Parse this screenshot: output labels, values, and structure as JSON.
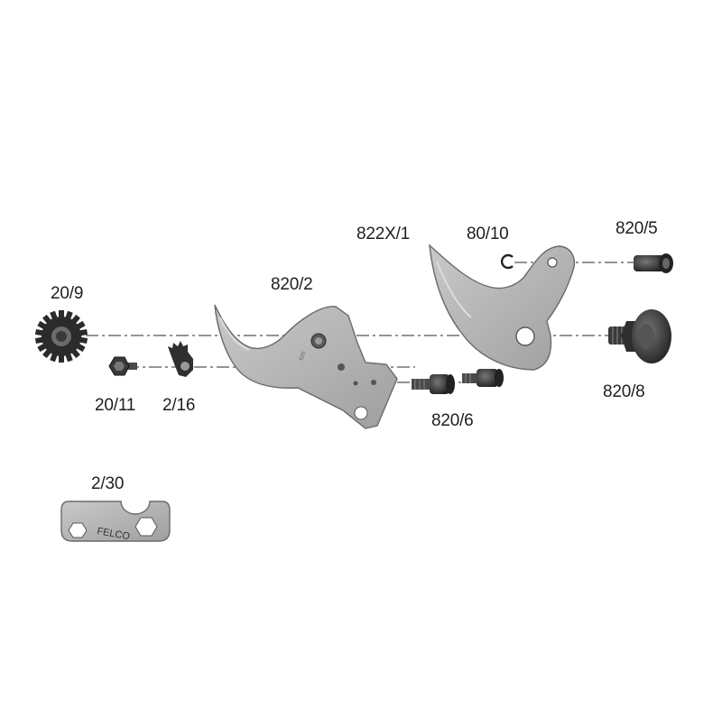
{
  "diagram": {
    "parts": [
      {
        "id": "20/9",
        "label": "20/9",
        "description_icon": "pinion-gear-icon"
      },
      {
        "id": "20/11",
        "label": "20/11",
        "description_icon": "hex-nut-icon"
      },
      {
        "id": "2/16",
        "label": "2/16",
        "description_icon": "adjustment-ratchet-icon"
      },
      {
        "id": "820/2",
        "label": "820/2",
        "description_icon": "blade-icon"
      },
      {
        "id": "822X/1",
        "label": "822X/1",
        "description_icon": "counter-blade-icon"
      },
      {
        "id": "80/10",
        "label": "80/10",
        "description_icon": "circlip-icon"
      },
      {
        "id": "820/5",
        "label": "820/5",
        "description_icon": "bushing-icon"
      },
      {
        "id": "820/8",
        "label": "820/8",
        "description_icon": "centre-bolt-icon"
      },
      {
        "id": "820/6",
        "label": "820/6",
        "description_icon": "screw-pair-icon"
      },
      {
        "id": "2/30",
        "label": "2/30",
        "description_icon": "wrench-icon"
      }
    ],
    "wrench_stamp": "FELCO",
    "colors": {
      "metal": "#b3b3b3",
      "metal_edge": "#6a6a6a",
      "dark": "#2b2b2b",
      "axis": "#555555"
    }
  }
}
